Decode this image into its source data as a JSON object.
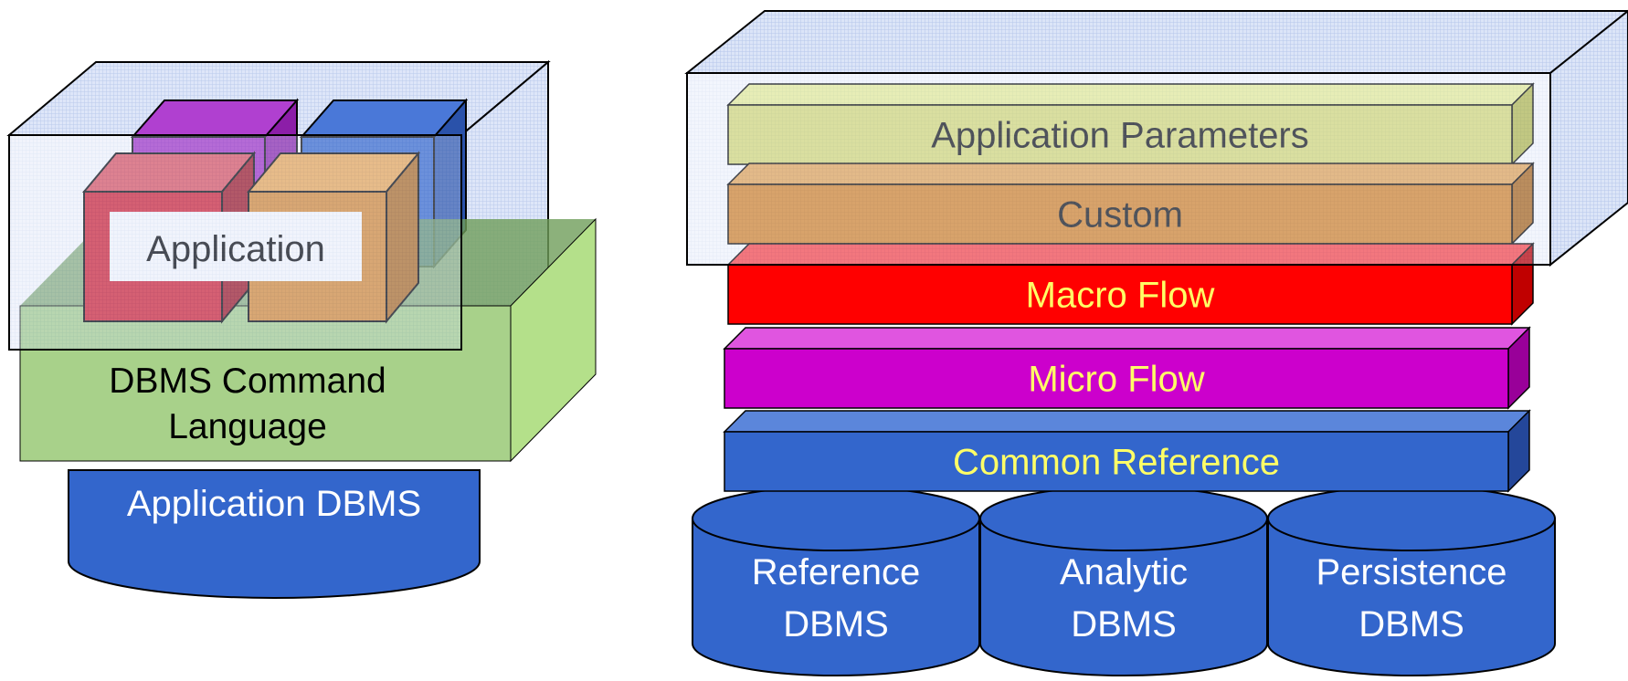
{
  "left": {
    "app_label": "Application",
    "command_layer": {
      "line1": "DBMS Command",
      "line2": "Language"
    },
    "db_label": "Application DBMS"
  },
  "right": {
    "layers": [
      {
        "name": "application-parameters",
        "label": "Application Parameters",
        "face": "#dcdf7a",
        "top": "#eef29a",
        "side": "#b9bd50",
        "text": "#1a1a1a"
      },
      {
        "name": "custom",
        "label": "Custom",
        "face": "#d9892e",
        "top": "#e9a95a",
        "side": "#b06a1c",
        "text": "#1a1a1a"
      },
      {
        "name": "macro-flow",
        "label": "Macro Flow",
        "face": "#ff0000",
        "top": "#ff4a4a",
        "side": "#c00000",
        "text": "#ffff66"
      },
      {
        "name": "micro-flow",
        "label": "Micro Flow",
        "face": "#cc00cc",
        "top": "#e055e0",
        "side": "#990099",
        "text": "#ffff66"
      },
      {
        "name": "common-reference",
        "label": "Common Reference",
        "face": "#3366cc",
        "top": "#5b86db",
        "side": "#24479a",
        "text": "#ffff66"
      }
    ],
    "databases": [
      {
        "line1": "Reference",
        "line2": "DBMS"
      },
      {
        "line1": "Analytic",
        "line2": "DBMS"
      },
      {
        "line1": "Persistence",
        "line2": "DBMS"
      }
    ]
  },
  "colors": {
    "db_blue": "#3366cc",
    "glass": "#b8c8ec",
    "command_green": "#a8d18a"
  }
}
